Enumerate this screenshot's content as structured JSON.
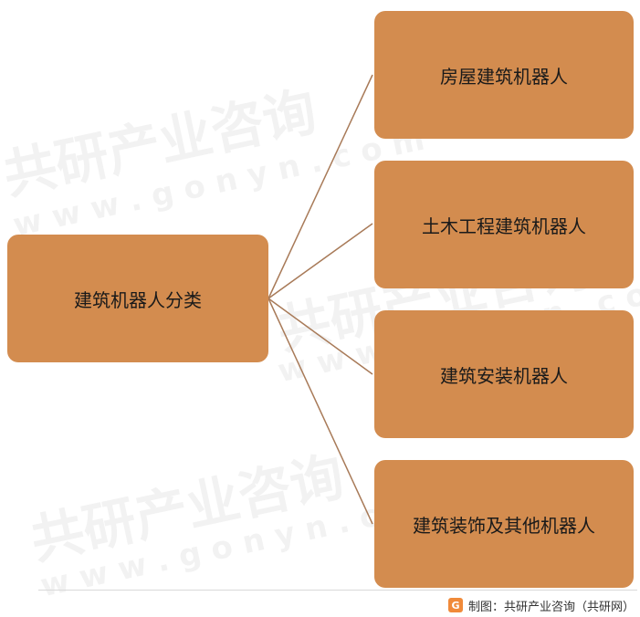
{
  "diagram": {
    "root": {
      "label": "建筑机器人分类"
    },
    "children": [
      {
        "label": "房屋建筑机器人"
      },
      {
        "label": "土木工程建筑机器人"
      },
      {
        "label": "建筑安装机器人"
      },
      {
        "label": "建筑装饰及其他机器人"
      }
    ],
    "box_color": "#D38C4F",
    "line_color": "#A87A58"
  },
  "watermark": {
    "text": "共研产业咨询",
    "subtext": "w w w . g o n y n . c o m"
  },
  "footer": {
    "logo_letter": "G",
    "source": "制图：共研产业咨询（共研网）"
  }
}
